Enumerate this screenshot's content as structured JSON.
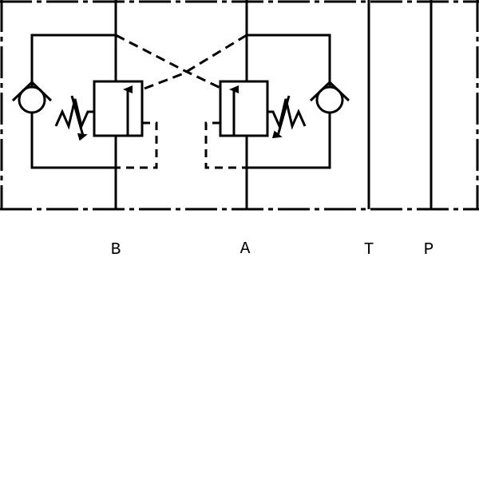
{
  "ports": {
    "b": "B",
    "a": "A",
    "t": "T",
    "p": "P"
  },
  "colors": {
    "line": "#000000",
    "background": "#ffffff"
  }
}
